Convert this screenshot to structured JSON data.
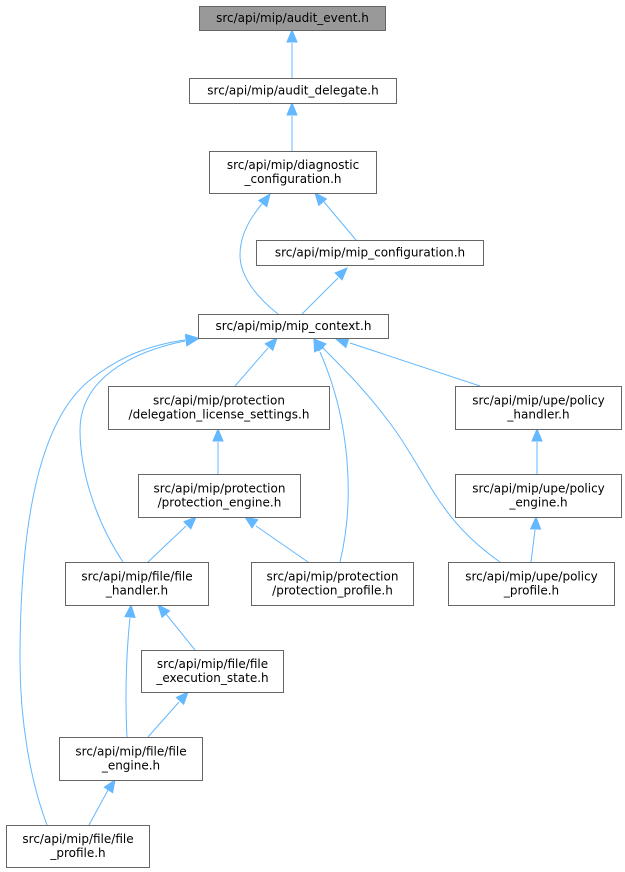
{
  "graph": {
    "nodes": [
      {
        "id": "audit_event",
        "lines": [
          "src/api/mip/audit_event.h"
        ],
        "highlight": true
      },
      {
        "id": "audit_delegate",
        "lines": [
          "src/api/mip/audit_delegate.h"
        ]
      },
      {
        "id": "diagnostic_configuration",
        "lines": [
          "src/api/mip/diagnostic",
          "_configuration.h"
        ]
      },
      {
        "id": "mip_configuration",
        "lines": [
          "src/api/mip/mip_configuration.h"
        ]
      },
      {
        "id": "mip_context",
        "lines": [
          "src/api/mip/mip_context.h"
        ]
      },
      {
        "id": "delegation_license_settings",
        "lines": [
          "src/api/mip/protection",
          "/delegation_license_settings.h"
        ]
      },
      {
        "id": "upe_policy_handler",
        "lines": [
          "src/api/mip/upe/policy",
          "_handler.h"
        ]
      },
      {
        "id": "protection_engine",
        "lines": [
          "src/api/mip/protection",
          "/protection_engine.h"
        ]
      },
      {
        "id": "upe_policy_engine",
        "lines": [
          "src/api/mip/upe/policy",
          "_engine.h"
        ]
      },
      {
        "id": "file_handler",
        "lines": [
          "src/api/mip/file/file",
          "_handler.h"
        ]
      },
      {
        "id": "protection_profile",
        "lines": [
          "src/api/mip/protection",
          "/protection_profile.h"
        ]
      },
      {
        "id": "upe_policy_profile",
        "lines": [
          "src/api/mip/upe/policy",
          "_profile.h"
        ]
      },
      {
        "id": "file_execution_state",
        "lines": [
          "src/api/mip/file/file",
          "_execution_state.h"
        ]
      },
      {
        "id": "file_engine",
        "lines": [
          "src/api/mip/file/file",
          "_engine.h"
        ]
      },
      {
        "id": "file_profile",
        "lines": [
          "src/api/mip/file/file",
          "_profile.h"
        ]
      }
    ],
    "edges": [
      {
        "from": "audit_delegate",
        "to": "audit_event"
      },
      {
        "from": "diagnostic_configuration",
        "to": "audit_delegate"
      },
      {
        "from": "mip_configuration",
        "to": "diagnostic_configuration"
      },
      {
        "from": "mip_context",
        "to": "diagnostic_configuration"
      },
      {
        "from": "mip_context",
        "to": "mip_configuration"
      },
      {
        "from": "delegation_license_settings",
        "to": "mip_context"
      },
      {
        "from": "upe_policy_handler",
        "to": "mip_context"
      },
      {
        "from": "file_handler",
        "to": "mip_context"
      },
      {
        "from": "protection_profile",
        "to": "mip_context"
      },
      {
        "from": "upe_policy_profile",
        "to": "mip_context"
      },
      {
        "from": "file_profile",
        "to": "mip_context"
      },
      {
        "from": "protection_engine",
        "to": "delegation_license_settings"
      },
      {
        "from": "file_handler",
        "to": "protection_engine"
      },
      {
        "from": "protection_profile",
        "to": "protection_engine"
      },
      {
        "from": "upe_policy_engine",
        "to": "upe_policy_handler"
      },
      {
        "from": "upe_policy_profile",
        "to": "upe_policy_engine"
      },
      {
        "from": "file_execution_state",
        "to": "file_handler"
      },
      {
        "from": "file_engine",
        "to": "file_handler"
      },
      {
        "from": "file_engine",
        "to": "file_execution_state"
      },
      {
        "from": "file_profile",
        "to": "file_engine"
      }
    ]
  }
}
